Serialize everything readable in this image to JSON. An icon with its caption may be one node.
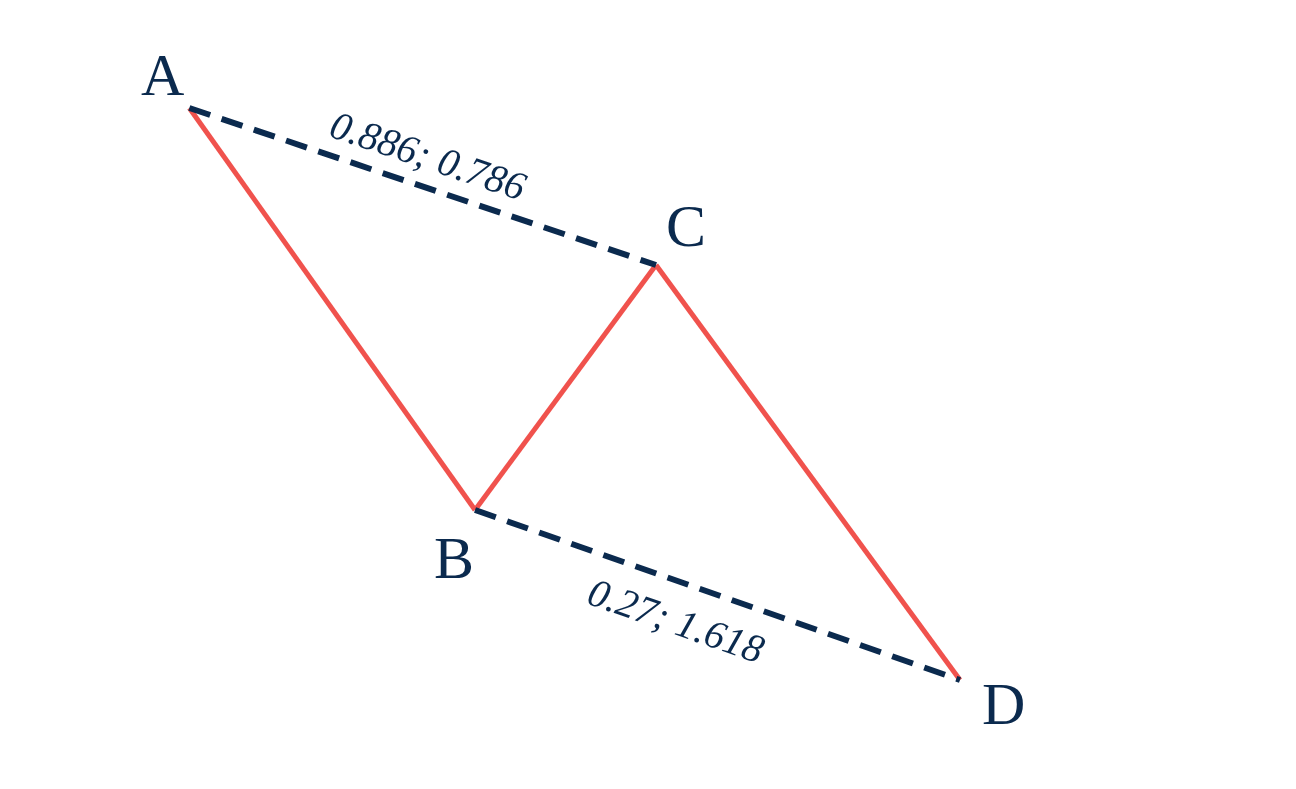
{
  "diagram": {
    "nodes": [
      {
        "text": [
          "A"
        ]
      },
      {
        "text": [
          "C"
        ]
      },
      {
        "text": [
          "B"
        ]
      },
      {
        "text": [
          "D"
        ]
      }
    ],
    "edges": [
      {
        "from": 0,
        "to": 2,
        "arrow": "none"
      },
      {
        "from": 2,
        "to": 1,
        "arrow": "none"
      },
      {
        "from": 1,
        "to": 3,
        "arrow": "none"
      },
      {
        "from": 0,
        "to": 1,
        "arrow": "none",
        "label": "0.886; 0.786",
        "style": "dashed",
        "color": "#0b2a4e"
      },
      {
        "from": 2,
        "to": 3,
        "arrow": "none",
        "label": "0.27; 1.618",
        "style": "dashed",
        "color": "#0b2a4e"
      }
    ]
  }
}
